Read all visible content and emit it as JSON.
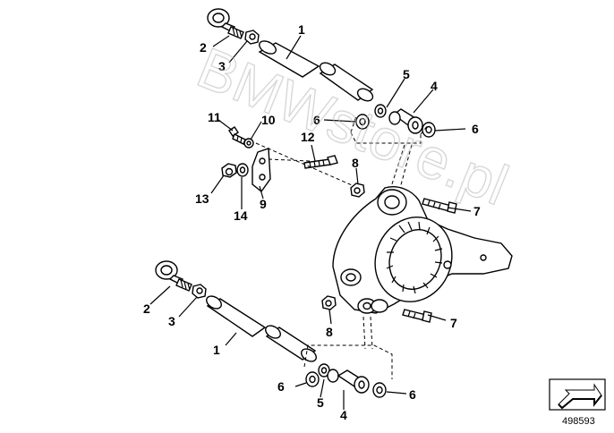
{
  "watermark": "BMWstore.pl",
  "reference_number": "498593",
  "callouts": {
    "top_1": "1",
    "top_2": "2",
    "top_3": "3",
    "top_4": "4",
    "top_5": "5",
    "top_6a": "6",
    "top_6b": "6",
    "top_7": "7",
    "top_8": "8",
    "mid_9": "9",
    "mid_10": "10",
    "mid_11": "11",
    "mid_12": "12",
    "mid_13": "13",
    "mid_14": "14",
    "bot_1": "1",
    "bot_2": "2",
    "bot_3": "3",
    "bot_4": "4",
    "bot_5": "5",
    "bot_6a": "6",
    "bot_6b": "6",
    "bot_7": "7",
    "bot_8": "8"
  }
}
